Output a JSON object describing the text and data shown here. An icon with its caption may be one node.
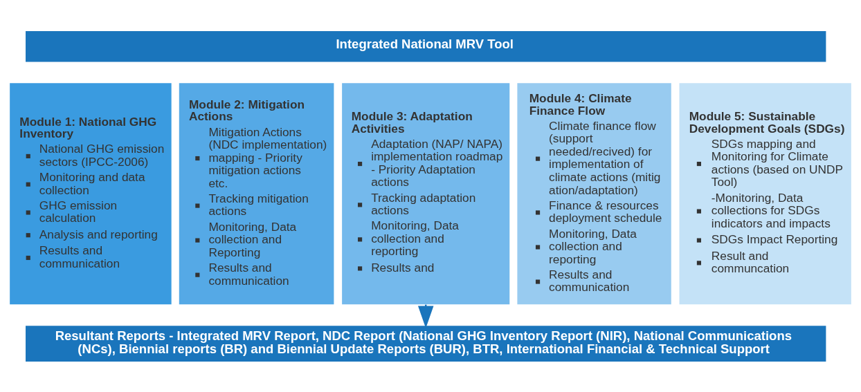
{
  "diagram": {
    "nodes": [
      {
        "text": [
          "Integrated National MRV Tool"
        ]
      },
      {
        "text": [
          "Module 1: National GHG Inventory",
          "National GHG emission sectors (IPCC-2006)",
          "Monitoring and data collection",
          "GHG emission calculation",
          "Analysis and reporting",
          "Results and communication"
        ]
      },
      {
        "text": [
          "Module 2: Mitigation Actions",
          "Mitigation Actions (NDC implementation) mapping - Priority mitigation actions etc.",
          "Tracking mitigation actions",
          "Monitoring, Data collection and Reporting",
          "Results and communication"
        ]
      },
      {
        "text": [
          "Module 3: Adaptation Activities",
          "Adaptation (NAP/ NAPA) implementation roadmap - Priority Adaptation actions",
          "Tracking adaptation actions",
          "Monitoring, Data collection and reporting",
          "Results and"
        ]
      },
      {
        "text": [
          "Module 4: Climate Finance Flow",
          "Climate finance flow (support needed/recived) for implementation of climate actions (mitigation/adaptation)",
          "Finance & resources deployment schedule",
          "Monitoring, Data collection and reporting",
          "Results and communication"
        ]
      },
      {
        "text": [
          "Module 5: Sustainable Development Goals (SDGs)",
          "SDGs mapping and Monitoring for Climate actions (based on UNDP Tool)",
          "-Monitoring, Data collections for SDGs indicators and impacts",
          "SDGs Impact Reporting",
          "Result and communcation"
        ]
      },
      {
        "text": [
          "Resultant Reports - Integrated MRV Report, NDC Report (National GHG Inventory Report (NIR), National Communications (NCs), Biennial reports (BR) and Biennial Update Reports (BUR), BTR, International Financial & Technical Support"
        ]
      }
    ],
    "edges": [
      {
        "from": 3,
        "to": 6,
        "arrow": "to"
      }
    ]
  }
}
